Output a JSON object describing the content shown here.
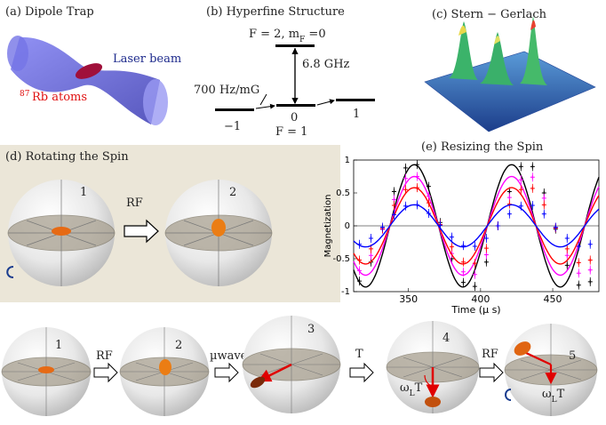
{
  "panels": {
    "a": {
      "label": "(a)  Dipole Trap",
      "beam": "Laser beam",
      "atoms_sup": "87",
      "atoms": "Rb atoms"
    },
    "b": {
      "label": "(b)  Hyperfine Structure",
      "f2": "F = 2, m",
      "f2_sub": "F",
      "f2_tail": " =0",
      "freq": "6.8 GHz",
      "zeeman": "700 Hz/mG",
      "m_minus": "−1",
      "m_zero": "0",
      "m_plus": "1",
      "f1": "F = 1"
    },
    "c": {
      "label": "(c)  Stern − Gerlach"
    },
    "d": {
      "label": "(d)  Rotating the Spin",
      "num1": "1",
      "num2": "2",
      "rf": "RF"
    },
    "e": {
      "label": "(e)   Resizing the Spin"
    },
    "bottom": {
      "n1": "1",
      "n2": "2",
      "n3": "3",
      "n4": "4",
      "n5": "5",
      "rf1": "RF",
      "uwave": "µwave",
      "t": "T",
      "rf2": "RF",
      "wl": "ω",
      "wl_sub": "L",
      "wl_t": "T"
    }
  },
  "chart_data": {
    "type": "line",
    "title": "",
    "xlabel": "Time (µ s)",
    "ylabel": "Magnetization",
    "xlim": [
      312,
      482
    ],
    "ylim": [
      -1,
      1
    ],
    "x_ticks": [
      "350",
      "400",
      "450"
    ],
    "y_ticks": [
      "1",
      "0.5",
      "0",
      "-0.5",
      "-1"
    ],
    "period": 67.5,
    "phase_peak": 354,
    "series": [
      {
        "color": "#000000",
        "amplitude": 0.93,
        "x": [
          316,
          324,
          332,
          340,
          348,
          356,
          364,
          372,
          380,
          388,
          396,
          404,
          412,
          420,
          428,
          436,
          444,
          452,
          460,
          468,
          476
        ],
        "y": [
          -0.84,
          -0.55,
          -0.05,
          0.52,
          0.88,
          0.93,
          0.6,
          0.05,
          -0.5,
          -0.86,
          -0.92,
          -0.55,
          0.0,
          0.52,
          0.9,
          0.9,
          0.5,
          -0.05,
          -0.6,
          -0.9,
          -0.85
        ]
      },
      {
        "color": "#ff00ff",
        "amplitude": 0.75,
        "x": [
          316,
          324,
          332,
          340,
          348,
          356,
          364,
          372,
          380,
          388,
          396,
          404,
          412,
          420,
          428,
          436,
          444,
          452,
          460,
          468,
          476
        ],
        "y": [
          -0.68,
          -0.45,
          -0.05,
          0.4,
          0.72,
          0.75,
          0.45,
          0.02,
          -0.42,
          -0.7,
          -0.74,
          -0.44,
          0.0,
          0.43,
          0.7,
          0.74,
          0.42,
          -0.03,
          -0.45,
          -0.72,
          -0.67
        ]
      },
      {
        "color": "#ff0000",
        "amplitude": 0.58,
        "x": [
          316,
          324,
          332,
          340,
          348,
          356,
          364,
          372,
          380,
          388,
          396,
          404,
          412,
          420,
          428,
          436,
          444,
          452,
          460,
          468,
          476
        ],
        "y": [
          -0.52,
          -0.35,
          -0.04,
          0.31,
          0.55,
          0.58,
          0.35,
          0.02,
          -0.32,
          -0.55,
          -0.57,
          -0.34,
          0.0,
          0.33,
          0.55,
          0.57,
          0.32,
          -0.03,
          -0.35,
          -0.56,
          -0.52
        ]
      },
      {
        "color": "#0000ff",
        "amplitude": 0.32,
        "x": [
          316,
          324,
          332,
          340,
          348,
          356,
          364,
          372,
          380,
          388,
          396,
          404,
          412,
          420,
          428,
          436,
          444,
          452,
          460,
          468,
          476
        ],
        "y": [
          -0.28,
          -0.19,
          -0.02,
          0.17,
          0.3,
          0.32,
          0.19,
          0.01,
          -0.17,
          -0.3,
          -0.31,
          -0.19,
          0.0,
          0.18,
          0.3,
          0.31,
          0.18,
          -0.02,
          -0.19,
          -0.31,
          -0.28
        ]
      }
    ]
  }
}
